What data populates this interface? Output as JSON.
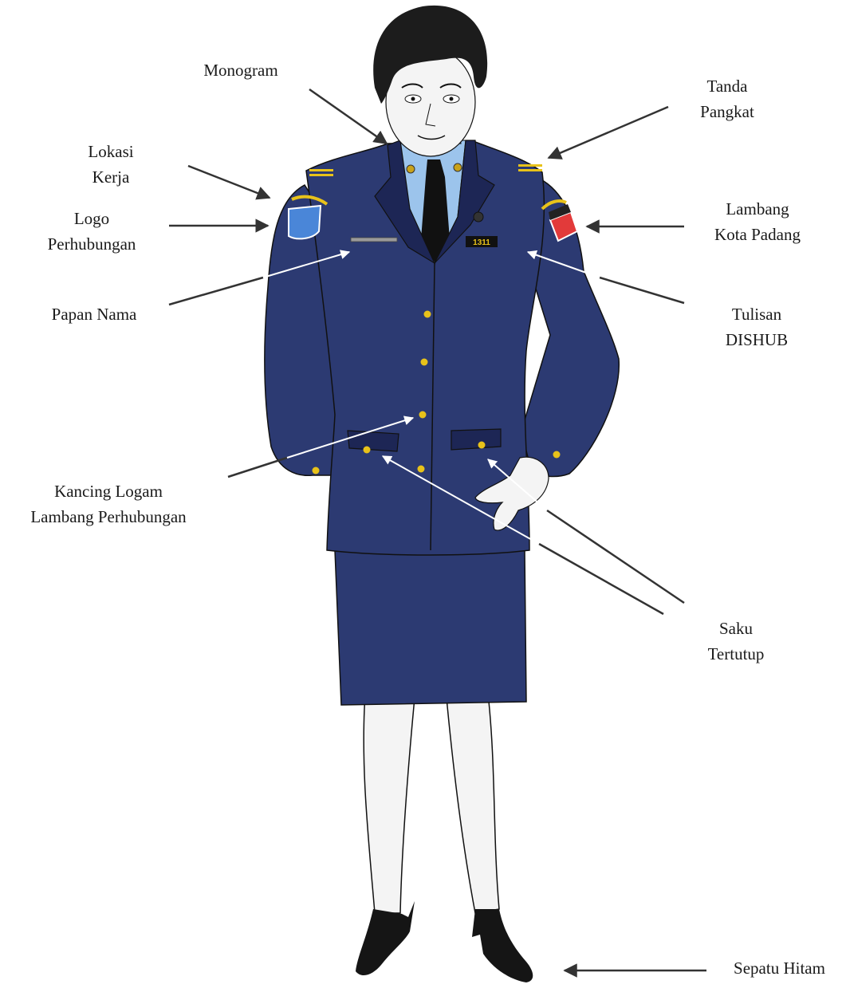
{
  "labels": {
    "monogram": "Monogram",
    "tanda_pangkat": [
      "Tanda",
      "Pangkat"
    ],
    "lokasi_kerja": [
      "Lokasi",
      "Kerja"
    ],
    "logo_perhubungan": [
      "Logo",
      "Perhubungan"
    ],
    "lambang_kota_padang": [
      "Lambang",
      "Kota Padang"
    ],
    "papan_nama": "Papan Nama",
    "tulisan_dishub": [
      "Tulisan",
      "DISHUB"
    ],
    "kancing_logam": [
      "Kancing Logam",
      "Lambang Perhubungan"
    ],
    "saku_tertutup": [
      "Saku",
      "Tertutup"
    ],
    "sepatu_hitam": "Sepatu Hitam"
  },
  "badge_text": "1311",
  "colors": {
    "uniform": "#2c3a72",
    "uniform_dark": "#1d2655",
    "shirt": "#9cc4ec",
    "tie": "#111111",
    "skin": "#f4f4f4",
    "hair": "#1c1c1c",
    "button": "#e8c21a",
    "logo_blue": "#4a86d8",
    "padang_red": "#e23a3a",
    "arrow_dark": "#333333",
    "arrow_white": "#ffffff"
  }
}
